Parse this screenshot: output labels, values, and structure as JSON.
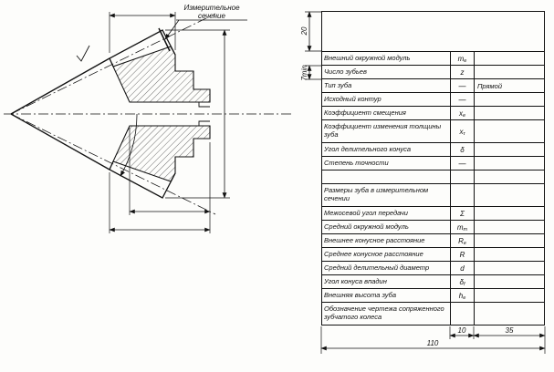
{
  "drawing": {
    "section_label_line1": "Измерительное",
    "section_label_line2": "сечение"
  },
  "dims": {
    "row_height_first": "20",
    "row_height_min": "7min",
    "col_symbol_width": "10",
    "col_value_width": "35",
    "table_width": "110"
  },
  "table": {
    "rows": [
      {
        "label": "Внешний окружной модуль",
        "sym": "m",
        "sub": "e",
        "value": ""
      },
      {
        "label": "Число зубьев",
        "sym": "z",
        "sub": "",
        "value": ""
      },
      {
        "label": "Тип зуба",
        "sym": "—",
        "sub": "",
        "value": "Прямой"
      },
      {
        "label": "Исходный контур",
        "sym": "—",
        "sub": "",
        "value": ""
      },
      {
        "label": "Коэффициент смещения",
        "sym": "x",
        "sub": "e",
        "value": ""
      },
      {
        "label": "Коэффициент изменения толщины зуба",
        "sym": "x",
        "sub": "τ",
        "value": ""
      },
      {
        "label": "Угол делительного конуса",
        "sym": "δ",
        "sub": "",
        "value": ""
      },
      {
        "label": "Степень точности",
        "sym": "—",
        "sub": "",
        "value": ""
      },
      {
        "label": "",
        "sym": "",
        "sub": "",
        "value": ""
      },
      {
        "label": "Размеры зуба в измерительном сечении",
        "sym": "",
        "sub": "",
        "value": ""
      },
      {
        "label": "Межосевой угол передачи",
        "sym": "Σ",
        "sub": "",
        "value": ""
      },
      {
        "label": "Средний окружной модуль",
        "sym": "m",
        "sub": "m",
        "value": ""
      },
      {
        "label": "Внешнее конусное расстояние",
        "sym": "R",
        "sub": "e",
        "value": ""
      },
      {
        "label": "Среднее конусное расстояние",
        "sym": "R",
        "sub": "",
        "value": ""
      },
      {
        "label": "Средний делительный диаметр",
        "sym": "d",
        "sub": "",
        "value": ""
      },
      {
        "label": "Угол конуса впадин",
        "sym": "δ",
        "sub": "f",
        "value": ""
      },
      {
        "label": "Внешняя высота зуба",
        "sym": "h",
        "sub": "e",
        "value": ""
      },
      {
        "label": "Обозначение чертежа сопряженного зубчатого колеса",
        "sym": "",
        "sub": "",
        "value": ""
      }
    ]
  }
}
